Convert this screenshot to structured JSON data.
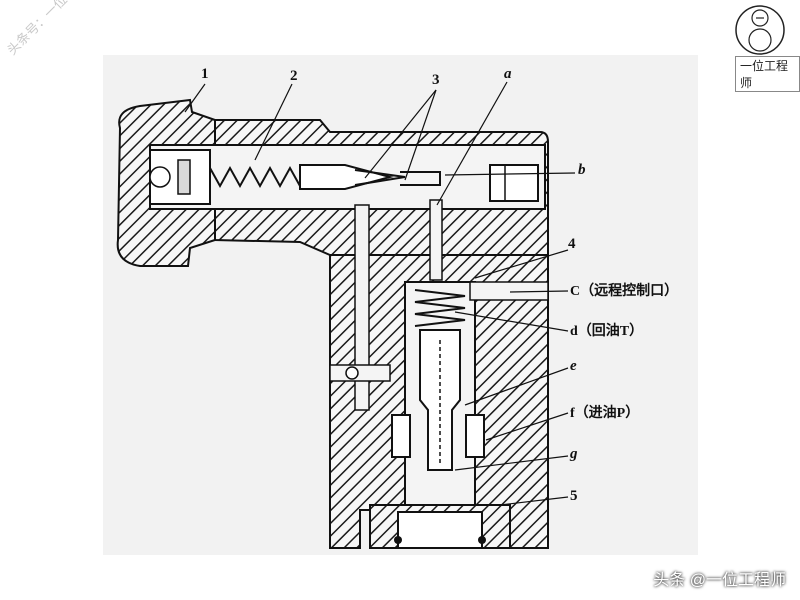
{
  "watermark": {
    "diagonal": "头条号：一位工程师",
    "logo_text": "一位工程师",
    "footer": "头条 @一位工程师"
  },
  "labels": {
    "l1": "1",
    "l2": "2",
    "l3": "3",
    "la": "a",
    "lb": "b",
    "l4": "4",
    "lc": "C（远程控制口）",
    "ld": "d（回油T）",
    "le": "e",
    "lf": "f（进油P）",
    "lg": "g",
    "l5": "5"
  }
}
